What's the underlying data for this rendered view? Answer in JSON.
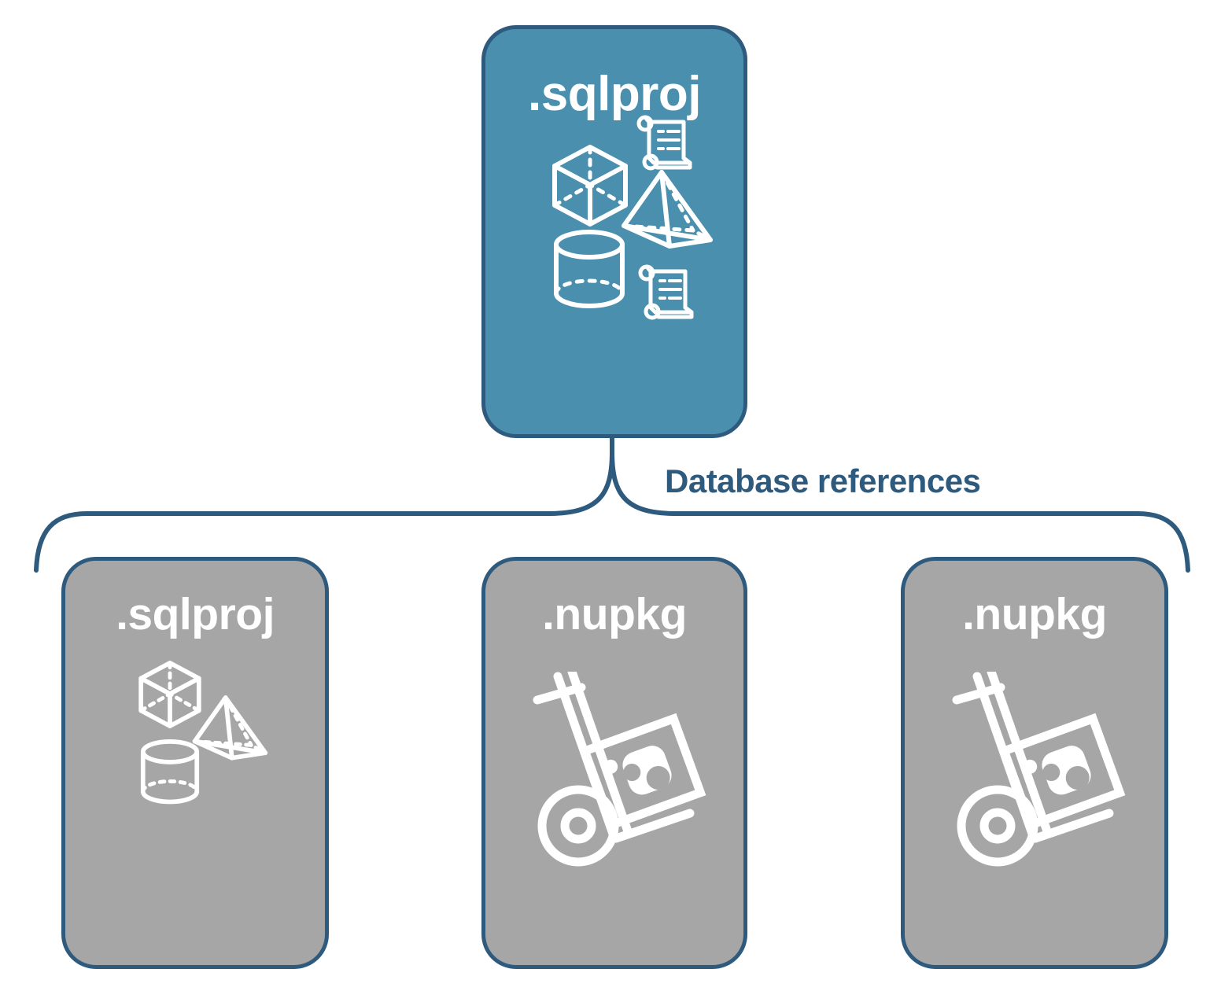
{
  "diagram": {
    "title_text": "Database references",
    "colors": {
      "card_blue": "#4A8FAE",
      "card_gray": "#A6A6A6",
      "border_dark_blue": "#2E5A7D",
      "label_blue": "#2E5A7D",
      "icon_white": "#FFFFFF",
      "background": "#FFFFFF"
    },
    "root": {
      "label": ".sqlproj",
      "style": "blue",
      "icons": [
        "cube-icon",
        "scroll-icon",
        "pyramid-icon",
        "cylinder-icon",
        "scroll-icon"
      ]
    },
    "connector": {
      "label": "Database references",
      "type": "curly-brace",
      "direction": "one-to-many"
    },
    "references": [
      {
        "label": ".sqlproj",
        "style": "gray",
        "icons": [
          "cube-icon",
          "pyramid-icon",
          "cylinder-icon"
        ]
      },
      {
        "label": ".nupkg",
        "style": "gray",
        "icons": [
          "hand-truck-package-icon"
        ]
      },
      {
        "label": ".nupkg",
        "style": "gray",
        "icons": [
          "hand-truck-package-icon"
        ]
      }
    ]
  }
}
